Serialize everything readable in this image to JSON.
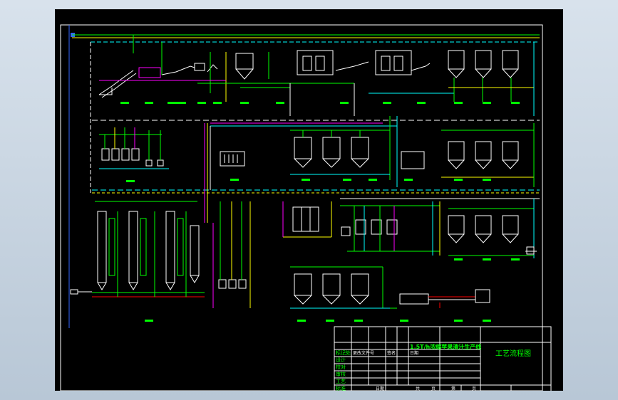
{
  "drawing": {
    "project_title": "1.5T/h浓缩苹果清汁生产线",
    "drawing_name": "工艺流程图",
    "title_block": {
      "row_labels": [
        "标记处",
        "设计",
        "校对",
        "审核",
        "工艺",
        "标准"
      ],
      "header_labels": [
        "更改文件号",
        "签名",
        "日期"
      ],
      "bottom_labels": [
        "日期",
        "共",
        "页",
        "第",
        "页"
      ]
    }
  },
  "colors": {
    "background": "#000000",
    "border": "#ffffff",
    "line_green": "#00ff00",
    "line_cyan": "#00ffff",
    "line_magenta": "#ff00ff",
    "line_yellow": "#ffff00",
    "line_red": "#ff0000",
    "line_blue": "#3366ff",
    "line_white": "#ffffff",
    "equipment": "#ffffff",
    "title_text": "#00ff00"
  }
}
